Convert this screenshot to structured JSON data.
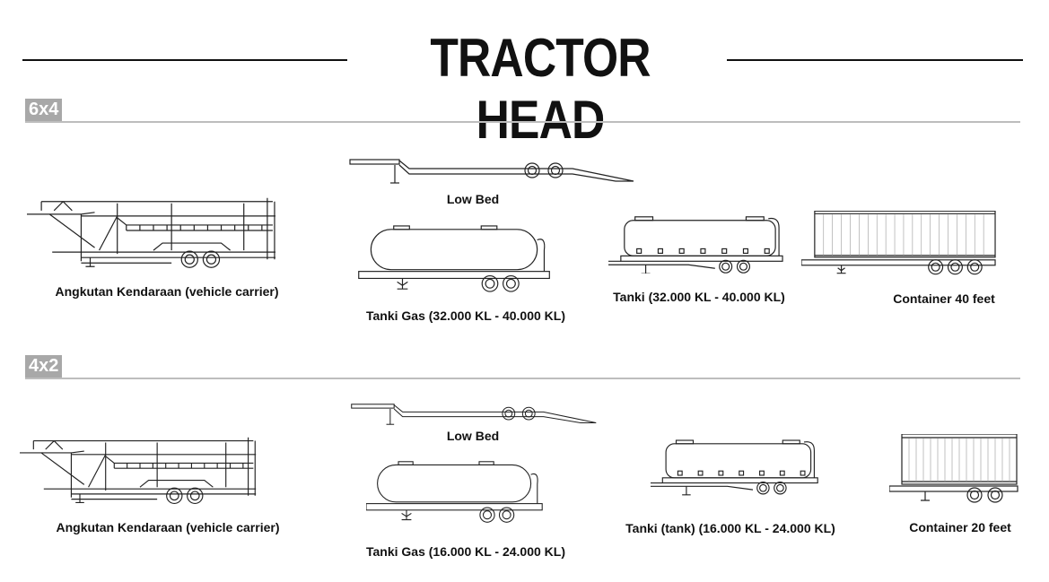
{
  "title": "TRACTOR HEAD",
  "sections": [
    {
      "badge": "6x4",
      "items": [
        {
          "type": "carrier",
          "label": "Angkutan Kendaraan (vehicle carrier)"
        },
        {
          "type": "lowbed",
          "label": "Low Bed"
        },
        {
          "type": "tankgas",
          "label": "Tanki Gas (32.000 KL - 40.000 KL)"
        },
        {
          "type": "tank",
          "label": "Tanki (32.000 KL - 40.000 KL)"
        },
        {
          "type": "container40",
          "label": "Container 40 feet"
        }
      ]
    },
    {
      "badge": "4x2",
      "items": [
        {
          "type": "carrier",
          "label": "Angkutan Kendaraan (vehicle carrier)"
        },
        {
          "type": "lowbed",
          "label": "Low Bed"
        },
        {
          "type": "tankgas",
          "label": "Tanki Gas (16.000 KL - 24.000 KL)"
        },
        {
          "type": "tank",
          "label": "Tanki (tank) (16.000 KL - 24.000 KL)"
        },
        {
          "type": "container20",
          "label": "Container 20 feet"
        }
      ]
    }
  ],
  "colors": {
    "badge": "#a8a8a8",
    "line": "#111111",
    "section_rule": "#bdbdbd"
  }
}
